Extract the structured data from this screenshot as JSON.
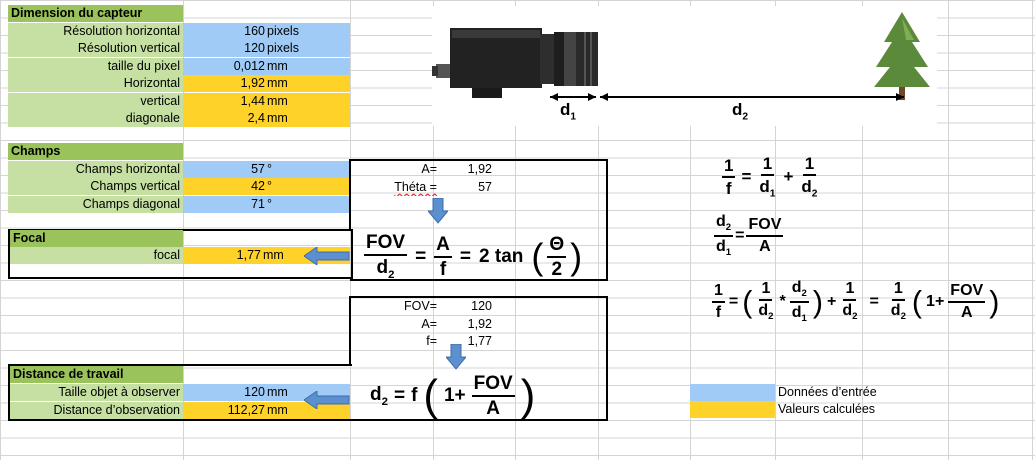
{
  "sensor": {
    "title": "Dimension du capteur",
    "rows": [
      {
        "label": "Résolution horizontal",
        "value": "160",
        "unit": "pixels"
      },
      {
        "label": "Résolution vertical",
        "value": "120",
        "unit": "pixels"
      },
      {
        "label": "taille du pixel",
        "value": "0,012",
        "unit": "mm"
      },
      {
        "label": "Horizontal",
        "value": "1,92",
        "unit": "mm"
      },
      {
        "label": "vertical",
        "value": "1,44",
        "unit": "mm"
      },
      {
        "label": "diagonale",
        "value": "2,4",
        "unit": "mm"
      }
    ]
  },
  "fields": {
    "title": "Champs",
    "rows": [
      {
        "label": "Champs horizontal",
        "value": "57",
        "unit": "°"
      },
      {
        "label": "Champs vertical",
        "value": "42",
        "unit": "°"
      },
      {
        "label": "Champs diagonal",
        "value": "71",
        "unit": "°"
      }
    ],
    "calc": [
      {
        "label": "A=",
        "value": "1,92"
      },
      {
        "label": "Théta =",
        "value": "57"
      }
    ]
  },
  "focal": {
    "title": "Focal",
    "label": "focal",
    "value": "1,77",
    "unit": "mm"
  },
  "distance": {
    "title": "Distance de travail",
    "rows": [
      {
        "label": "Taille objet à observer",
        "value": "120",
        "unit": "mm"
      },
      {
        "label": "Distance d’observation",
        "value": "112,27",
        "unit": "mm"
      }
    ],
    "calc": [
      {
        "label": "FOV=",
        "value": "120"
      },
      {
        "label": "A=",
        "value": "1,92"
      },
      {
        "label": "f=",
        "value": "1,77"
      }
    ]
  },
  "diagram": {
    "d1": "d",
    "d1_sub": "1",
    "d2": "d",
    "d2_sub": "2"
  },
  "formulas": {
    "one": "1",
    "f": "f",
    "d": "d",
    "sub1": "1",
    "sub2": "2",
    "FOV": "FOV",
    "A": "A",
    "two_tan": "2 tan",
    "theta": "Θ",
    "two": "2",
    "eq": "=",
    "plus": "+",
    "star": "*",
    "one_plus": "1+"
  },
  "legend": [
    {
      "label": "Données d’entrée",
      "color": "#9fcbf6"
    },
    {
      "label": "Valeurs calculées",
      "color": "#ffd22a"
    }
  ]
}
